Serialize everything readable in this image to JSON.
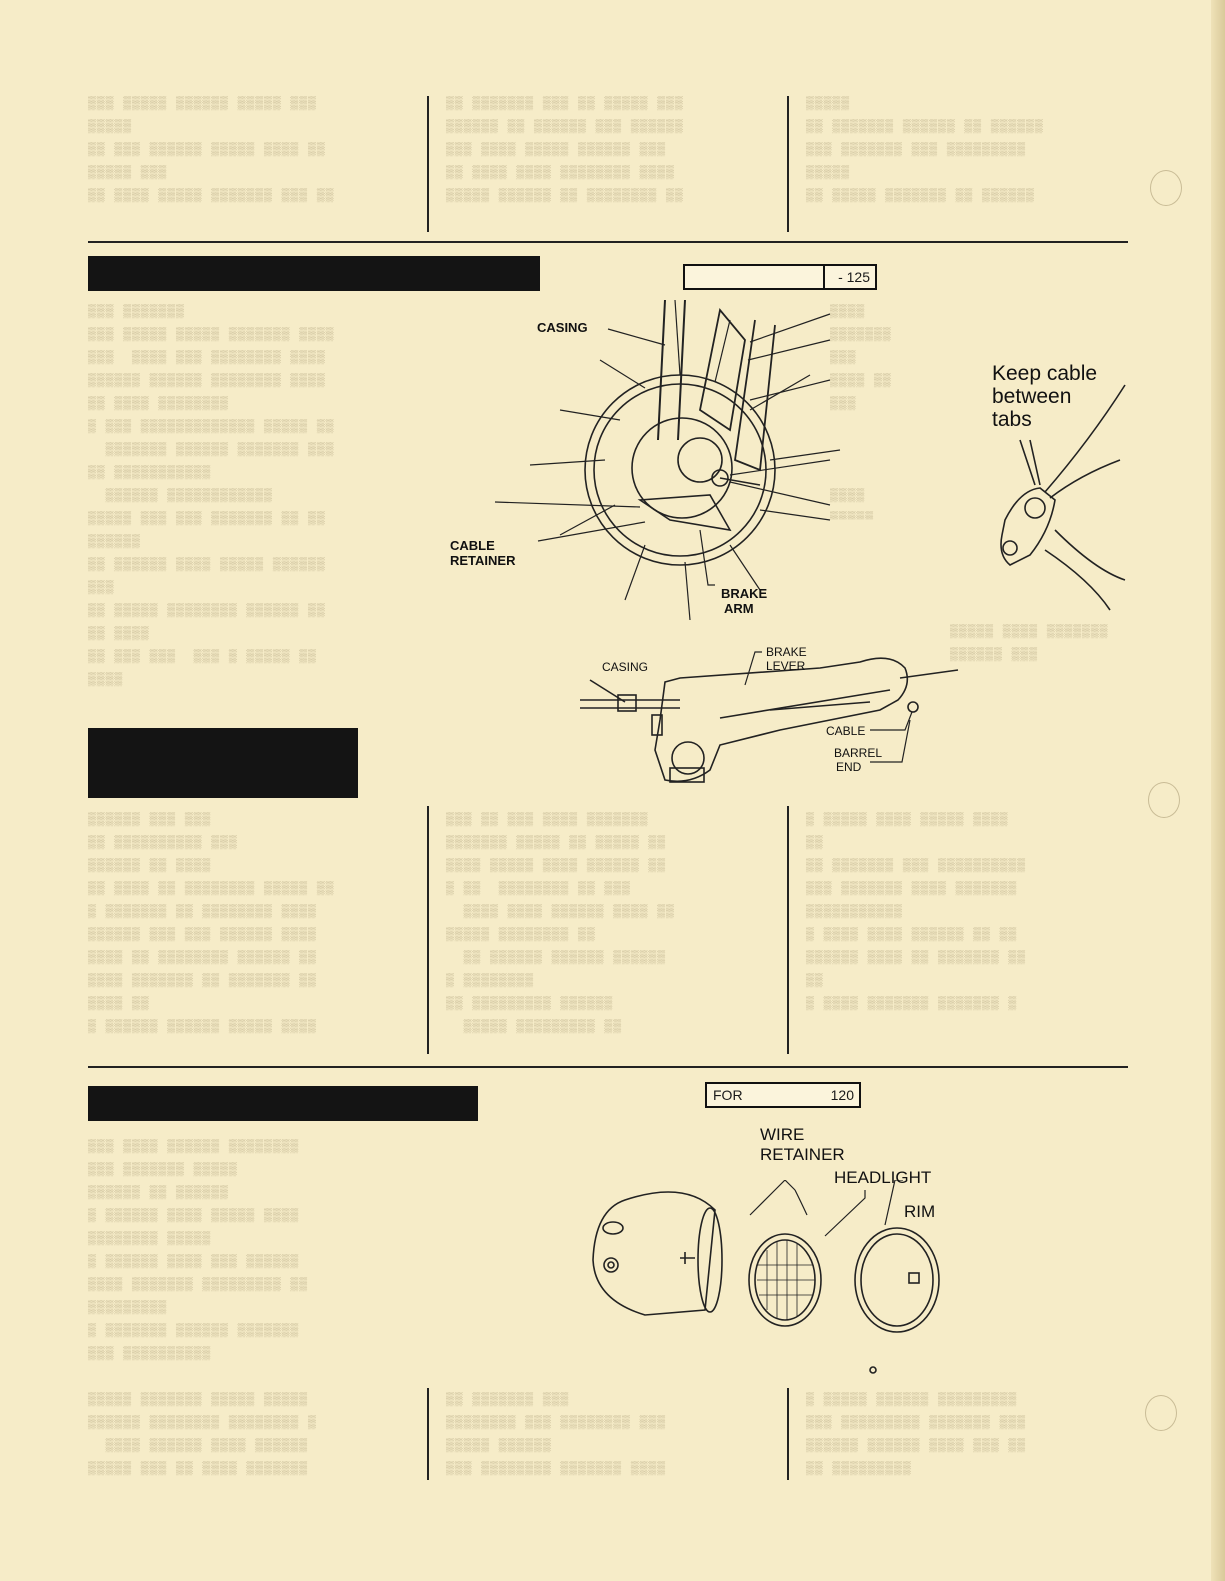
{
  "brake_section": {
    "model_tag": "- 125",
    "figure": {
      "casing": "CASING",
      "cable_retainer_1": "CABLE",
      "cable_retainer_2": "RETAINER",
      "brake_arm_1": "BRAKE",
      "brake_arm_2": "ARM",
      "keep_cable_1": "Keep cable",
      "keep_cable_2": "between",
      "keep_cable_3": "tabs"
    },
    "lever_figure": {
      "casing": "CASING",
      "brake_lever_1": "BRAKE",
      "brake_lever_2": "LEVER",
      "cable": "CABLE",
      "barrel_end_1": "BARREL",
      "barrel_end_2": "END"
    }
  },
  "headlight_section": {
    "model_tag_left": "FOR",
    "model_tag_right": "120",
    "figure": {
      "wire_retainer_1": "WIRE",
      "wire_retainer_2": "RETAINER",
      "headlight": "HEADLIGHT",
      "rim": "RIM"
    }
  }
}
